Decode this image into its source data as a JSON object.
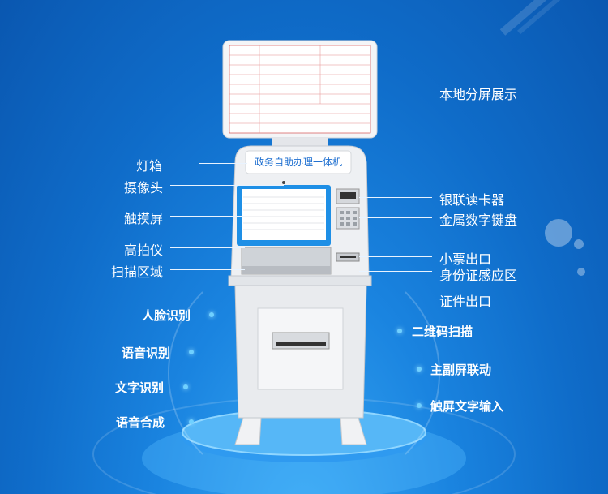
{
  "kiosk": {
    "lightbox_text": "政务自助办理一体机"
  },
  "labels_right": [
    {
      "id": "local-split-screen",
      "text": "本地分屏展示"
    },
    {
      "id": "unionpay-card-reader",
      "text": "银联读卡器"
    },
    {
      "id": "metal-keypad",
      "text": "金属数字键盘"
    },
    {
      "id": "receipt-outlet",
      "text": "小票出口"
    },
    {
      "id": "id-card-sensor",
      "text": "身份证感应区"
    },
    {
      "id": "certificate-outlet",
      "text": "证件出口"
    }
  ],
  "labels_left": [
    {
      "id": "lightbox",
      "text": "灯箱"
    },
    {
      "id": "camera",
      "text": "摄像头"
    },
    {
      "id": "touchscreen",
      "text": "触摸屏"
    },
    {
      "id": "document-camera",
      "text": "高拍仪"
    },
    {
      "id": "scan-area",
      "text": "扫描区域"
    }
  ],
  "features_left": [
    {
      "id": "face-recognition",
      "text": "人脸识别"
    },
    {
      "id": "voice-recognition",
      "text": "语音识别"
    },
    {
      "id": "text-recognition",
      "text": "文字识别"
    },
    {
      "id": "speech-synthesis",
      "text": "语音合成"
    }
  ],
  "features_right": [
    {
      "id": "qr-scan",
      "text": "二维码扫描"
    },
    {
      "id": "dual-screen-link",
      "text": "主副屏联动"
    },
    {
      "id": "touch-text-input",
      "text": "触屏文字输入"
    }
  ],
  "colors": {
    "background": "#0f6cc9",
    "kiosk_body": "#eef0f3",
    "screen_frame": "#1e8fe6",
    "label": "#ffffff"
  }
}
